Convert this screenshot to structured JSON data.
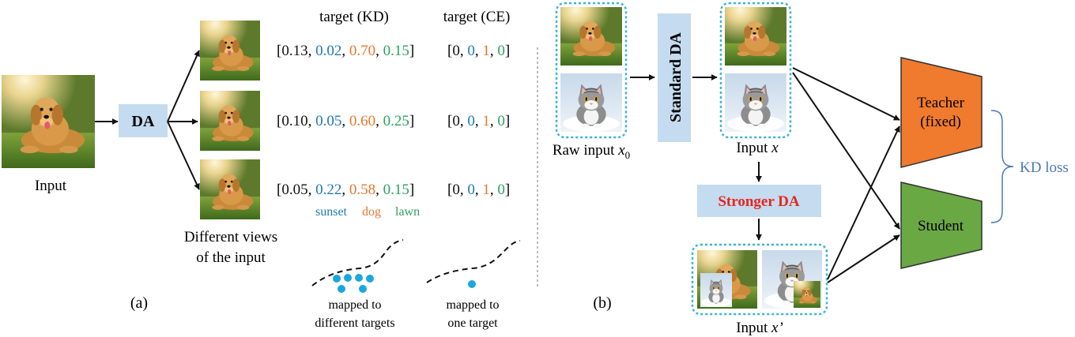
{
  "colors": {
    "blue": "#1f77b4",
    "orange": "#e6772e",
    "green": "#2ca25f",
    "da_box": "#c5dbef",
    "dot": "#1ba6e0",
    "teacher": "#f07a2e",
    "student": "#6aa844",
    "kd_loss": "#4a78b8",
    "stronger_da": "#e5261f",
    "dotted_frame": "#3cb3d6"
  },
  "icons": {
    "dog_photo": "golden-retriever-photo-icon",
    "cat_photo": "tabby-cat-photo-icon"
  },
  "panel_a": {
    "input_label": "Input",
    "da_label": "DA",
    "views_label_line1": "Different views",
    "views_label_line2": "of the input",
    "header_kd": "target (KD)",
    "header_ce": "target (CE)",
    "rows": [
      {
        "kd": [
          "0.13",
          "0.02",
          "0.70",
          "0.15"
        ],
        "ce": [
          "0",
          "0",
          "1",
          "0"
        ]
      },
      {
        "kd": [
          "0.10",
          "0.05",
          "0.60",
          "0.25"
        ],
        "ce": [
          "0",
          "0",
          "1",
          "0"
        ]
      },
      {
        "kd": [
          "0.05",
          "0.22",
          "0.58",
          "0.15"
        ],
        "ce": [
          "0",
          "0",
          "1",
          "0"
        ]
      }
    ],
    "class_names": {
      "sunset": "sunset",
      "dog": "dog",
      "lawn": "lawn"
    },
    "caption_kd_line1": "mapped to",
    "caption_kd_line2": "different targets",
    "caption_ce_line1": "mapped to",
    "caption_ce_line2": "one target",
    "panel_label": "(a)"
  },
  "panel_b": {
    "raw_input_label": "Raw input ",
    "raw_input_var": "x",
    "raw_input_sub": "0",
    "standard_da": "Standard DA",
    "input_x_label": "Input ",
    "input_x_var": "x",
    "stronger_da": "Stronger DA",
    "input_xprime_label": "Input ",
    "input_xprime_var": "x’",
    "teacher_line1": "Teacher",
    "teacher_line2": "(fixed)",
    "student": "Student",
    "kd_loss": "KD loss",
    "panel_label": "(b)"
  }
}
